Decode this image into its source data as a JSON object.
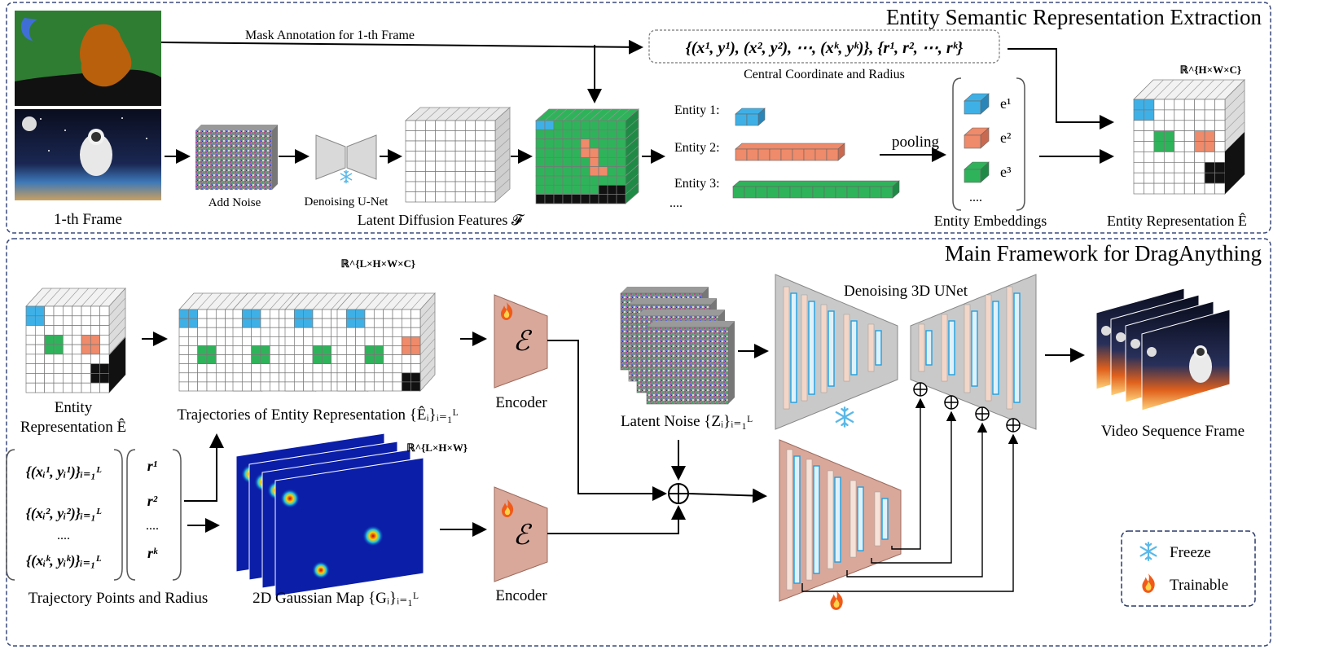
{
  "top_panel": {
    "title": "Entity Semantic Representation Extraction",
    "mask_annotation": "Mask Annotation for 1-th Frame",
    "coords_formula": "{(x¹, y¹), (x², y²), ⋯, (xᵏ, yᵏ)}, {r¹, r², ⋯, rᵏ}",
    "coords_caption": "Central Coordinate and Radius",
    "frame_caption": "1-th Frame",
    "add_noise": "Add Noise",
    "denoising_unet": "Denoising U-Net",
    "latent_features": "Latent Diffusion Features 𝓕",
    "entity_1": "Entity 1:",
    "entity_2": "Entity 2:",
    "entity_3": "Entity 3:",
    "entity_more": "....",
    "pooling": "pooling",
    "emb_1": "e¹",
    "emb_2": "e²",
    "emb_3": "e³",
    "emb_more": "....",
    "entity_embeddings": "Entity Embeddings",
    "entity_representation": "Entity Representation Ê",
    "space_hwc": "ℝ^{H×W×C}"
  },
  "bottom_panel": {
    "title": "Main Framework for DragAnything",
    "entity_rep_line1": "Entity",
    "entity_rep_line2": "Representation Ê",
    "trajectories_caption": "Trajectories of Entity Representation {Êᵢ}ᵢ₌₁ᴸ",
    "space_lhwc": "ℝ^{L×H×W×C}",
    "encoder_top": "Encoder",
    "encoder_bottom": "Encoder",
    "encoder_symbol": "ℰ",
    "latent_noise": "Latent Noise {Zᵢ}ᵢ₌₁ᴸ",
    "denoising_3d_unet": "Denoising 3D UNet",
    "video_frames": "Video Sequence Frame",
    "traj_1": "{(xᵢ¹, yᵢ¹)}ᵢ₌₁ᴸ",
    "traj_2": "{(xᵢ², yᵢ²)}ᵢ₌₁ᴸ",
    "traj_dots": "....",
    "traj_k": "{(xᵢᵏ, yᵢᵏ)}ᵢ₌₁ᴸ",
    "r_1": "r¹",
    "r_2": "r²",
    "r_dots": "....",
    "r_k": "rᵏ",
    "traj_caption": "Trajectory Points and Radius",
    "gaussian_caption": "2D Gaussian Map {Gᵢ}ᵢ₌₁ᴸ",
    "space_lhw": "ℝ^{L×H×W}",
    "legend_freeze": "Freeze",
    "legend_trainable": "Trainable"
  },
  "colors": {
    "panel_border": "#3a4a7a",
    "entity_blue": "#3fb0e6",
    "entity_orange": "#ef8a6a",
    "entity_green": "#2fb35a",
    "encoder_fill": "#d9a89b",
    "unet_gray": "#c9c9c9",
    "gaussian_bg": "#0b1ea8"
  }
}
